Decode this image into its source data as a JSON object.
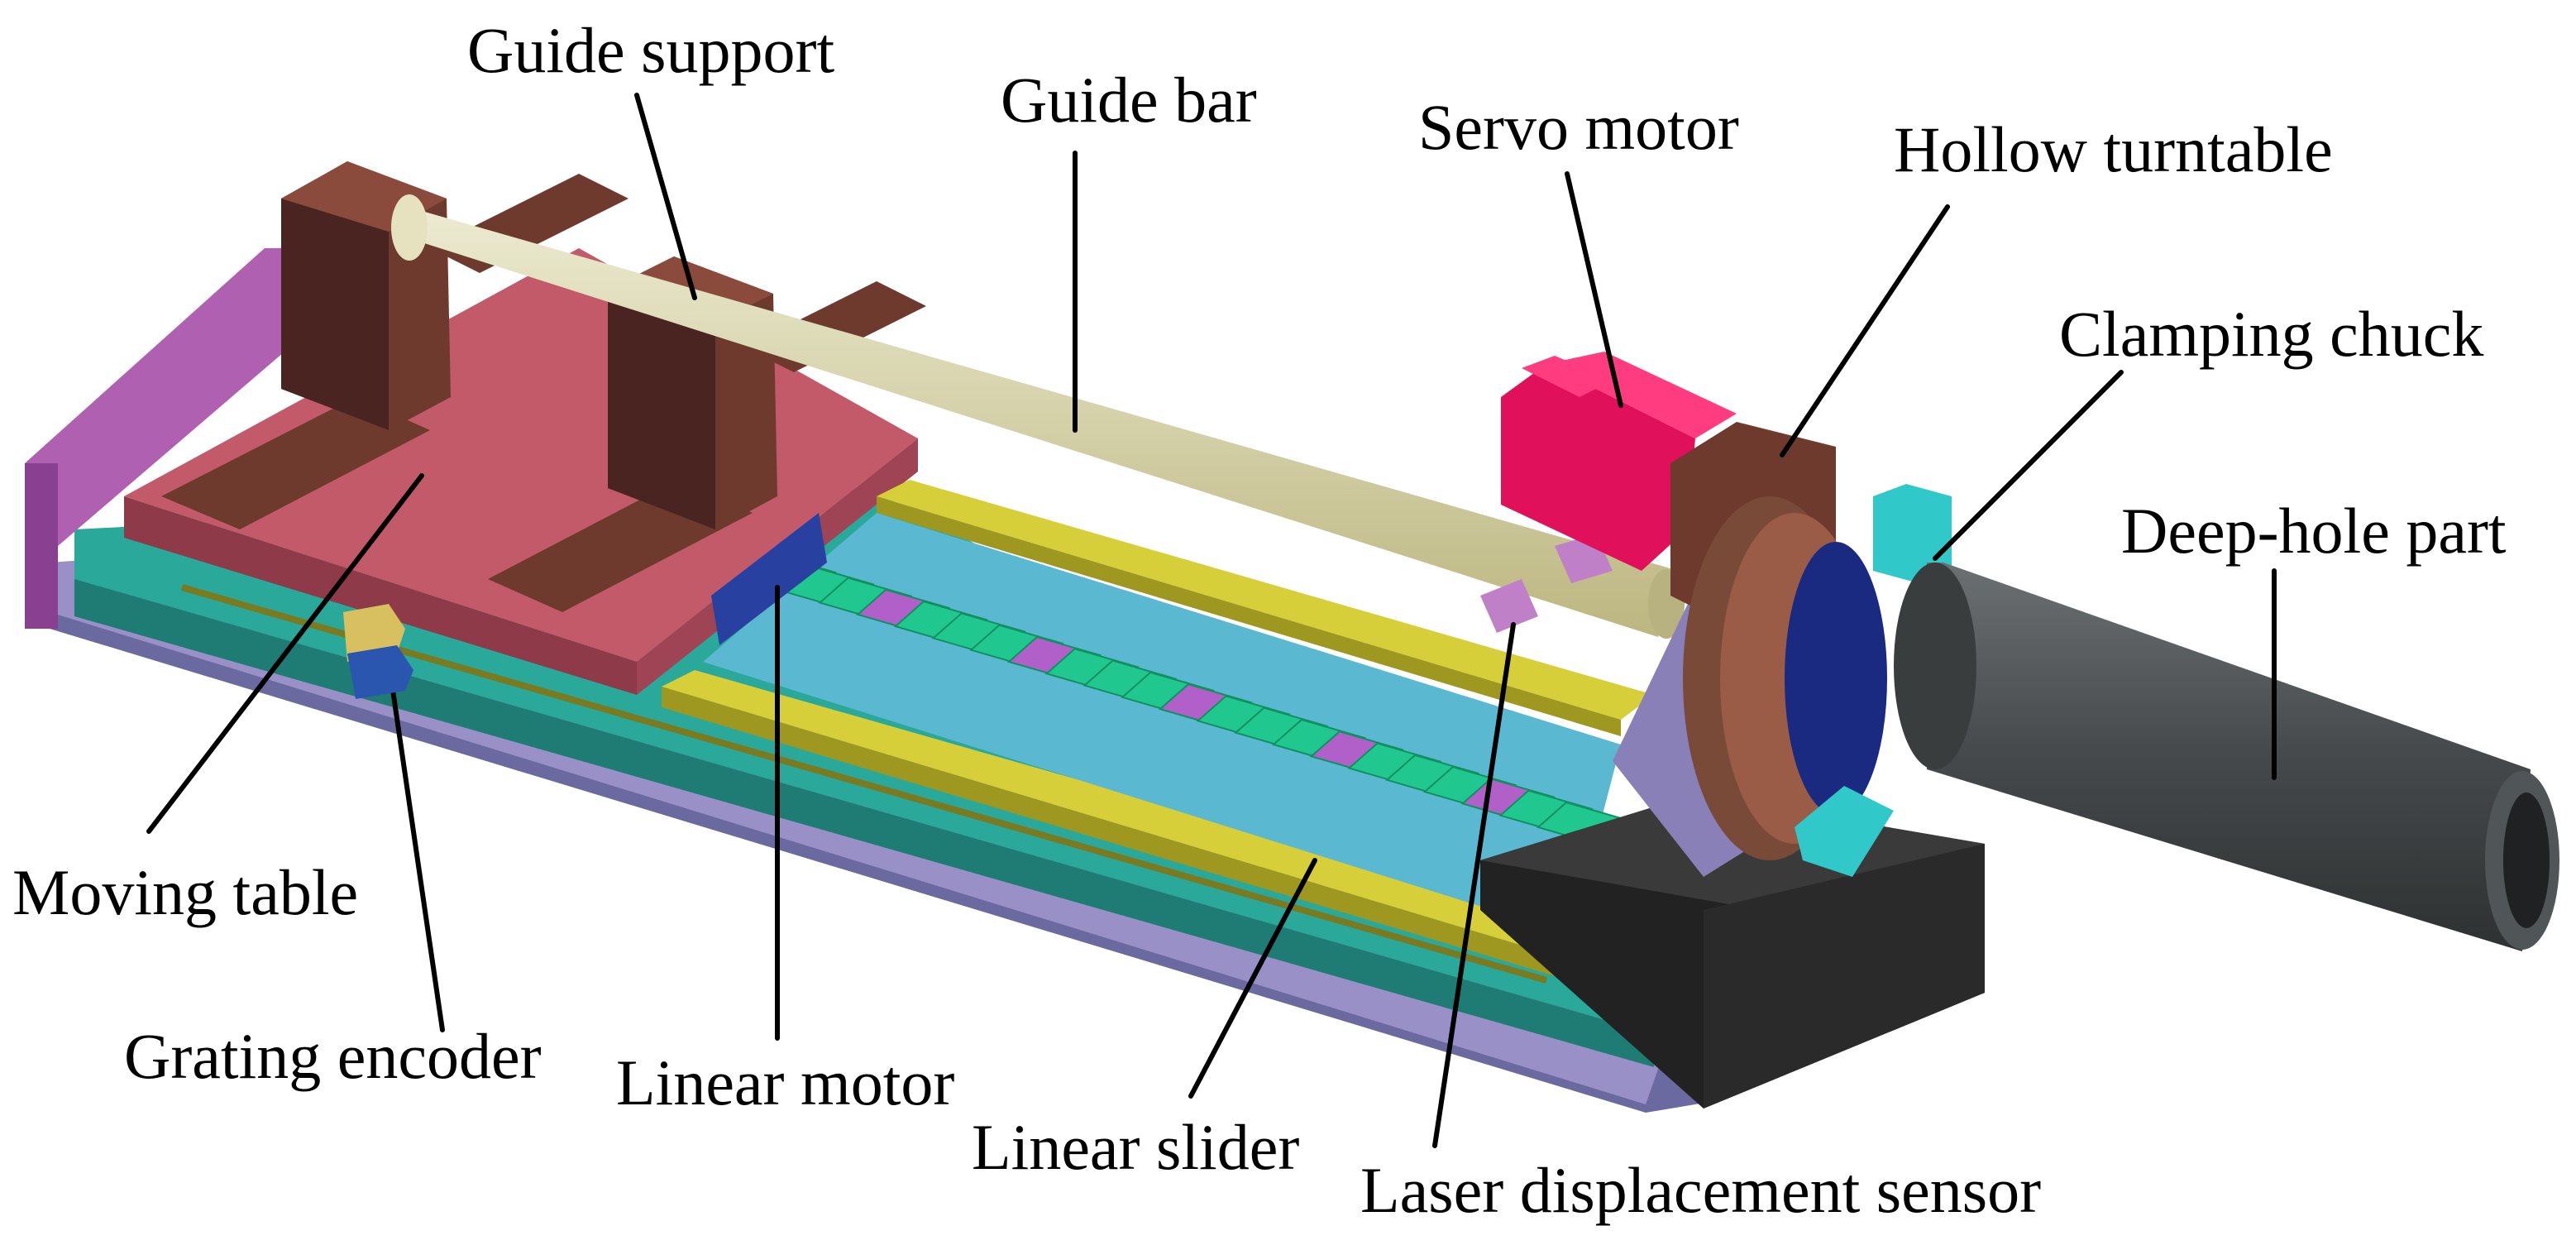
{
  "labels": {
    "guide_support": "Guide support",
    "guide_bar": "Guide bar",
    "servo_motor": "Servo motor",
    "hollow_turntable": "Hollow turntable",
    "clamping_chuck": "Clamping chuck",
    "deep_hole_part": "Deep-hole part",
    "moving_table": "Moving table",
    "grating_encoder": "Grating encoder",
    "linear_motor": "Linear motor",
    "linear_slider": "Linear slider",
    "laser_displacement_sensor": "Laser displacement sensor"
  },
  "colors": {
    "guide_support": "#6e3a2e",
    "guide_bar": "#d8d4a0",
    "servo_motor": "#e0105a",
    "hollow_turntable": "#7a4a38",
    "clamping_chuck": "#30c8c8",
    "deep_hole_part": "#4a4e50",
    "moving_table": "#c25a6a",
    "base": "#2aa89a",
    "linear_motor_coils": "#20c890",
    "linear_slider": "#d6cf3a",
    "magenta_frame": "#b060b0",
    "lavender_base": "#9a90c8",
    "black_block": "#333333"
  }
}
